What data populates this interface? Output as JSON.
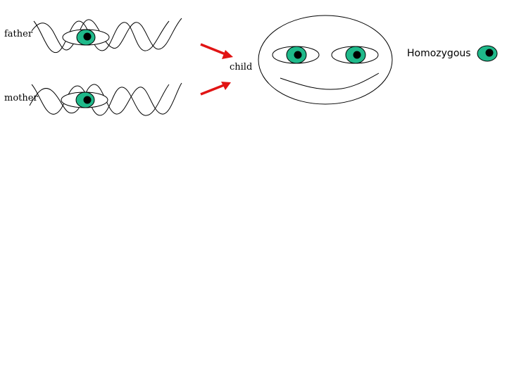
{
  "labels": {
    "father": "father",
    "mother": "mother",
    "child": "child",
    "homozygous": "Homozygous"
  },
  "colors": {
    "iris": "#1fb98a",
    "pupil": "#000000",
    "arrow": "#e11414",
    "line": "#000000"
  },
  "icons": [
    "eye-icon",
    "arrow-icon",
    "chromosome-curve"
  ]
}
